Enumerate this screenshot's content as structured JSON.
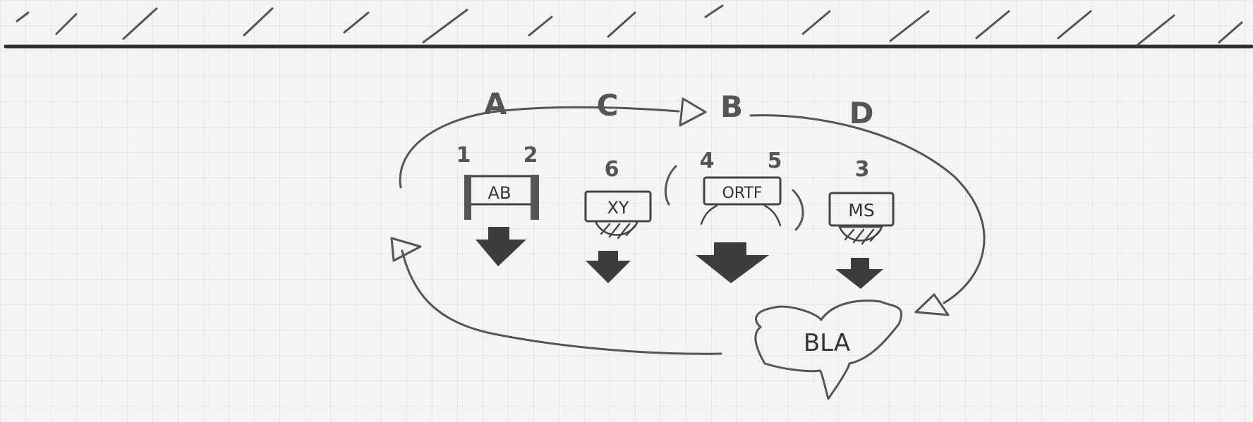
{
  "labels": {
    "a": "A",
    "c": "C",
    "b": "B",
    "d": "D"
  },
  "numbers": {
    "n1": "1",
    "n2": "2",
    "n3": "3",
    "n4": "4",
    "n5": "5",
    "n6": "6"
  },
  "boxes": {
    "ab": "AB",
    "xy": "XY",
    "ortf": "ORTF",
    "ms": "MS"
  },
  "bubble": {
    "text": "BLA"
  }
}
